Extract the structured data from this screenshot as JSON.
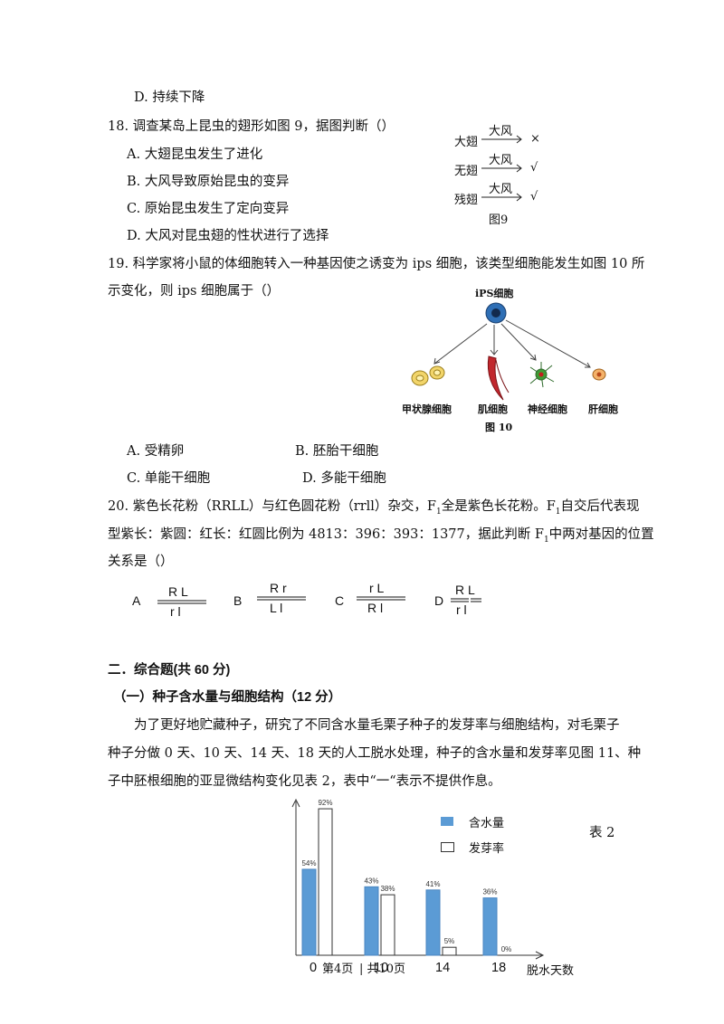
{
  "q17": {
    "optD": "D. 持续下降"
  },
  "q18": {
    "stem": "18. 调查某岛上昆虫的翅形如图 9，据图判断（）",
    "options": [
      "A.  大翅昆虫发生了进化",
      "B.  大风导致原始昆虫的变异",
      "C.  原始昆虫发生了定向变异",
      "D.  大风对昆虫翅的性状进行了选择"
    ],
    "figure": {
      "rows": [
        {
          "label": "大翅",
          "arrow": "大风",
          "result": "×"
        },
        {
          "label": "无翅",
          "arrow": "大风",
          "result": "√"
        },
        {
          "label": "残翅",
          "arrow": "大风",
          "result": "√"
        }
      ],
      "caption": "图9"
    }
  },
  "q19": {
    "stem1": "19. 科学家将小鼠的体细胞转入一种基因使之诱变为 ips 细胞，该类型细胞能发生如图 10 所",
    "stem2": "示变化，则 ips 细胞属于（）",
    "options": [
      "A.  受精卵",
      "B.  胚胎干细胞",
      "C.  单能干细胞",
      "D.  多能干细胞"
    ],
    "figure": {
      "top": "iPS细胞",
      "cells": [
        "甲状腺细胞",
        "肌细胞",
        "神经细胞",
        "肝细胞"
      ],
      "caption": "图  10"
    }
  },
  "q20": {
    "line1a": "20. 紫色长花粉（RRLL）与红色圆花粉（rrll）杂交，F",
    "line1b": "全是紫色长花粉。F",
    "line1c": "自交后代表现",
    "line2a": "型紫长：紫圆：红长：红圆比例为 4813：396：393：1377，据此判断 F",
    "line2b": "中两对基因的位置",
    "line3": "关系是（）",
    "sub": "1",
    "options": [
      {
        "letter": "A",
        "top": "R  L",
        "bottom": "r   l"
      },
      {
        "letter": "B",
        "top": "R  r",
        "bottom": "L  l"
      },
      {
        "letter": "C",
        "top": "r   L",
        "bottom": "R  l"
      },
      {
        "letter": "D",
        "top": "R  L",
        "bottom": "r   l"
      }
    ]
  },
  "section2": {
    "title": "二．综合题(共 60 分)",
    "sub1": "（一）种子含水量与细胞结构（12 分）",
    "p1": "为了更好地贮藏种子，研究了不同含水量毛栗子种子的发芽率与细胞结构，对毛栗子",
    "p2": "种子分做 0 天、10 天、14 天、18 天的人工脱水处理，种子的含水量和发芽率见图 11、种",
    "p3": "子中胚根细胞的亚显微结构变化见表 2，表中“一“表示不提供作息。",
    "table_label": "表 2"
  },
  "footer": {
    "page": "第4页",
    "total": "| 共10页"
  },
  "chart_data": {
    "type": "bar",
    "categories": [
      "0",
      "10",
      "14",
      "18"
    ],
    "series": [
      {
        "name": "含水量",
        "values": [
          54,
          43,
          41,
          36
        ],
        "labels": [
          "54%",
          "43%",
          "41%",
          "36%"
        ],
        "color": "#5b9bd5"
      },
      {
        "name": "发芽率",
        "values": [
          92,
          38,
          5,
          0
        ],
        "labels": [
          "92%",
          "38%",
          "5%",
          "0%"
        ],
        "color": "#ffffff"
      }
    ],
    "xlabel": "脱水天数",
    "ylim": [
      0,
      100
    ],
    "legend": "top-right"
  }
}
